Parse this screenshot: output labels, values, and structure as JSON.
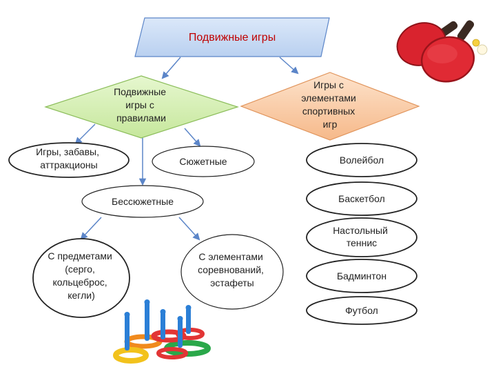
{
  "diagram": {
    "title": "Подвижные игры",
    "rules_games": [
      "Подвижные",
      "игры с",
      "правилами"
    ],
    "sport_elements": [
      "Игры с",
      "элементами",
      "спортивных",
      "игр"
    ],
    "games_fun": [
      "Игры, забавы,",
      "аттракционы"
    ],
    "plot_games": "Сюжетные",
    "plotless_games": "Бессюжетные",
    "with_objects": [
      "С предметами",
      "(серго,",
      "кольцеброс,",
      "кегли)"
    ],
    "with_competition": [
      "С элементами",
      "соревнований,",
      "эстафеты"
    ],
    "sports": [
      [
        "Волейбол"
      ],
      [
        "Баскетбол"
      ],
      [
        "Настольный",
        "теннис"
      ],
      [
        "Бадминтон"
      ],
      [
        "Футбол"
      ]
    ]
  },
  "colors": {
    "title_fill": "#c9dcf5",
    "title_stroke": "#5b85c8",
    "rules_fill": "#d6f0b4",
    "rules_stroke": "#8bbd5a",
    "sport_fill": "#fbd3b2",
    "sport_stroke": "#e0935a",
    "node_stroke": "#222222",
    "arrow": "#5b85c8"
  },
  "images": {
    "top_right": "table-tennis-rackets-photo",
    "bottom": "ring-toss-game-photo"
  }
}
